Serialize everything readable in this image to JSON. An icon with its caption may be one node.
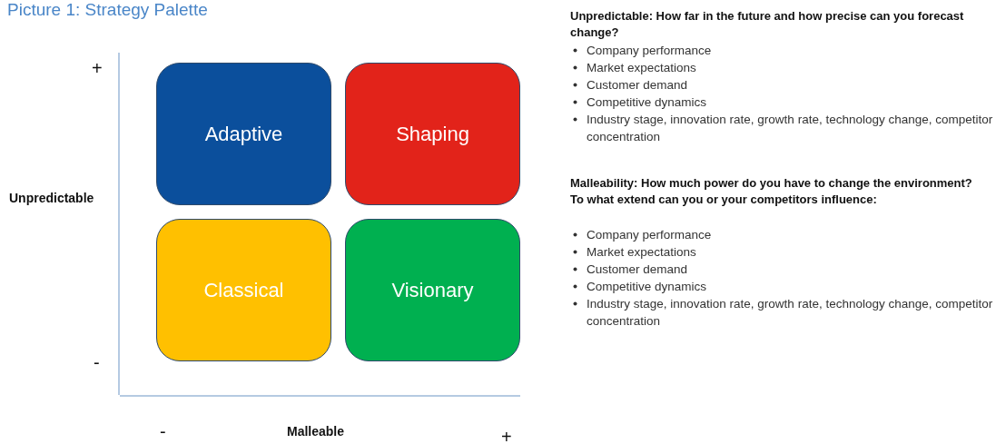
{
  "diagram": {
    "title": "Picture 1: Strategy Palette",
    "nodes": [
      {
        "text": [
          "Adaptive"
        ]
      },
      {
        "text": [
          "Shaping"
        ]
      },
      {
        "text": [
          "Classical"
        ]
      },
      {
        "text": [
          "Visionary"
        ]
      }
    ],
    "labels": [
      "+",
      "Unpredictable",
      "-",
      "-",
      "Malleable",
      "+",
      "Unpredictable: How far in the future and how precise can you forecast change?",
      "Company performance",
      "Market expectations",
      "Customer demand",
      "Competitive dynamics",
      "Industry stage, innovation rate, growth rate, technology change, competitor concentration",
      "Malleability: How much power do you have to change the environment? To what extend can you or your competitors influence:",
      "Company performance",
      "Market expectations",
      "Customer demand",
      "Competitive dynamics",
      "Industry stage, innovation rate, growth rate, technology change, competitor concentration"
    ]
  }
}
